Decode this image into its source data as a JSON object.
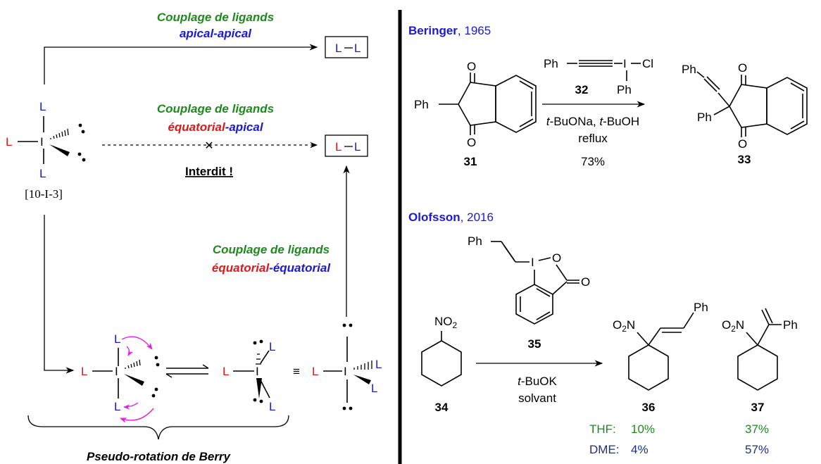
{
  "colors": {
    "green": "#1e8a1e",
    "blue": "#1a1ad6",
    "red": "#e01818",
    "navy": "#1c2e8c",
    "magenta": "#e020e0"
  },
  "left": {
    "ligand": "L",
    "iodine": "I",
    "equiv": "≡",
    "notation": "[10-I-3]",
    "apical": {
      "title": "Couplage de ligands",
      "type": "apical-apical",
      "ligand": "L"
    },
    "eq_apical": {
      "title": "Couplage de ligands",
      "type_a": "équatorial",
      "type_b": "-apical",
      "cross": "✕",
      "forbidden": "Interdit !"
    },
    "eq_eq": {
      "title": "Couplage de ligands",
      "type_a": "équatorial",
      "type_b": "-équatorial"
    },
    "berry_label": "Pseudo-rotation de Berry"
  },
  "right": {
    "atoms": {
      "O": "O",
      "Ph": "Ph",
      "I": "I",
      "Cl": "Cl",
      "NO": "NO",
      "N": "N",
      "sub2": "2"
    },
    "beringer": {
      "author": "Beringer",
      "year_suffix": ", 1965",
      "reactant_id": "31",
      "reagent_id": "32",
      "product_id": "33",
      "cond1_a": "t",
      "cond1_b": "-BuONa, ",
      "cond1_c": "t",
      "cond1_d": "-BuOH",
      "cond2": "reflux",
      "yield": "73%"
    },
    "olofsson": {
      "author": "Olofsson",
      "year_suffix": ", 2016",
      "reactant_id": "34",
      "reagent_id": "35",
      "product1_id": "36",
      "product2_id": "37",
      "cond1_a": "t",
      "cond1_b": "-BuOK",
      "cond2": "solvant",
      "results": [
        {
          "solvent": "THF:",
          "y36": "10%",
          "y37": "37%"
        },
        {
          "solvent": "DME:",
          "y36": "4%",
          "y37": "57%"
        }
      ]
    }
  }
}
